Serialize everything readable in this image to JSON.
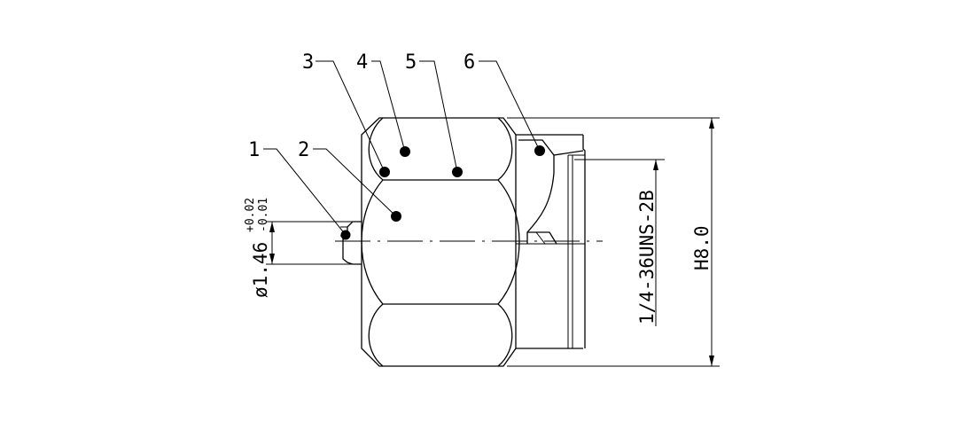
{
  "callouts": [
    {
      "id": "c1",
      "text": "1"
    },
    {
      "id": "c2",
      "text": "2"
    },
    {
      "id": "c3",
      "text": "3"
    },
    {
      "id": "c4",
      "text": "4"
    },
    {
      "id": "c5",
      "text": "5"
    },
    {
      "id": "c6",
      "text": "6"
    }
  ],
  "dimensions": {
    "diameter": "ø1.46",
    "tol_upper": "+0.02",
    "tol_lower": "-0.01",
    "thread": "1/4-36UNS-2B",
    "height": "H8.0"
  }
}
